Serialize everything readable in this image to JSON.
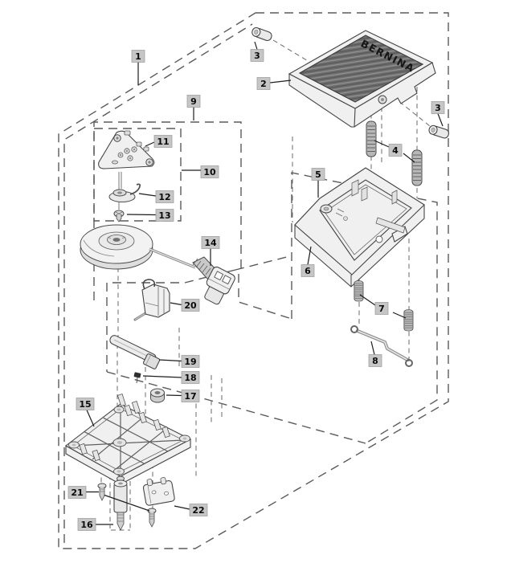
{
  "diagram": {
    "brand_text": "BERNINA",
    "callouts": {
      "n1": {
        "label": "1"
      },
      "n2": {
        "label": "2"
      },
      "n3a": {
        "label": "3"
      },
      "n3b": {
        "label": "3"
      },
      "n4": {
        "label": "4"
      },
      "n5": {
        "label": "5"
      },
      "n6": {
        "label": "6"
      },
      "n7": {
        "label": "7"
      },
      "n8": {
        "label": "8"
      },
      "n9": {
        "label": "9"
      },
      "n10": {
        "label": "10"
      },
      "n11": {
        "label": "11"
      },
      "n12": {
        "label": "12"
      },
      "n13": {
        "label": "13"
      },
      "n14": {
        "label": "14"
      },
      "n15": {
        "label": "15"
      },
      "n16": {
        "label": "16"
      },
      "n17": {
        "label": "17"
      },
      "n18": {
        "label": "18"
      },
      "n19": {
        "label": "19"
      },
      "n20": {
        "label": "20"
      },
      "n21": {
        "label": "21"
      },
      "n22": {
        "label": "22"
      }
    }
  }
}
